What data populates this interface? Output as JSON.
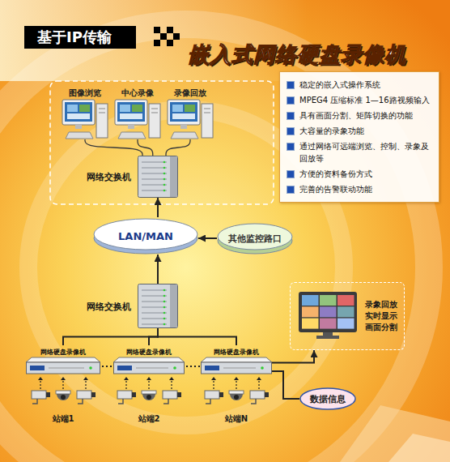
{
  "diagram": {
    "title": "嵌入式网络硬盘录像机",
    "nodes": [
      {
        "text": [
          "稳定的嵌入式操作系统",
          "MPEG4 压缩标准 1—16路视频输入",
          "具有画面分割、矩阵切换的功能",
          "大容量的录象功能",
          "通过网络可远端浏览、控制、录象及回放等",
          "方便的资料备份方式",
          "完善的告警联动功能"
        ]
      },
      {
        "text": [
          "图像浏览"
        ]
      },
      {
        "text": [
          "中心录像"
        ]
      },
      {
        "text": [
          "录像回放"
        ]
      },
      {
        "text": [
          "网络交换机"
        ]
      },
      {
        "text": [
          "LAN/MAN"
        ]
      },
      {
        "text": [
          "其他监控路口"
        ]
      },
      {
        "text": [
          "网络交换机"
        ]
      },
      {
        "text": [
          "网络硬盘录像机"
        ]
      },
      {
        "text": [
          "网络硬盘录像机"
        ]
      },
      {
        "text": [
          "网络硬盘录像机"
        ]
      },
      {
        "text": [
          "录象回放 实时显示 画面分割"
        ]
      },
      {
        "text": [
          "数据信息"
        ]
      }
    ],
    "edges": [
      {
        "from": 1,
        "to": 4,
        "arrow": "none"
      },
      {
        "from": 2,
        "to": 4,
        "arrow": "none"
      },
      {
        "from": 3,
        "to": 4,
        "arrow": "none"
      },
      {
        "from": 5,
        "to": 4,
        "arrow": "to"
      },
      {
        "from": 7,
        "to": 5,
        "arrow": "to"
      },
      {
        "from": 6,
        "to": 5,
        "arrow": "to"
      },
      {
        "from": 7,
        "to": 8,
        "arrow": "none"
      },
      {
        "from": 7,
        "to": 9,
        "arrow": "none"
      },
      {
        "from": 7,
        "to": 10,
        "arrow": "none"
      },
      {
        "from": 10,
        "to": 11,
        "arrow": "to"
      },
      {
        "from": 10,
        "to": 12,
        "arrow": "none"
      }
    ],
    "labels": [
      "基于IP传输",
      "站端1",
      "站端2",
      "站端N"
    ]
  }
}
